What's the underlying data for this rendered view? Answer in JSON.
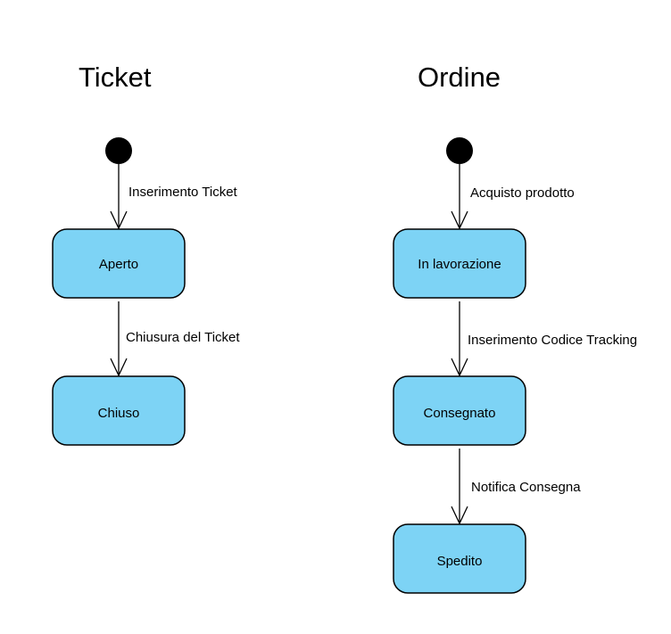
{
  "diagrams": [
    {
      "title": "Ticket",
      "states": [
        {
          "label": "Aperto"
        },
        {
          "label": "Chiuso"
        }
      ],
      "transitions": [
        {
          "label": "Inserimento Ticket"
        },
        {
          "label": "Chiusura del Ticket"
        }
      ]
    },
    {
      "title": "Ordine",
      "states": [
        {
          "label": "In lavorazione"
        },
        {
          "label": "Consegnato"
        },
        {
          "label": "Spedito"
        }
      ],
      "transitions": [
        {
          "label": "Acquisto prodotto"
        },
        {
          "label": "Inserimento Codice Tracking"
        },
        {
          "label": "Notifica Consegna"
        }
      ]
    }
  ],
  "colors": {
    "state_fill": "#7dd3f5",
    "stroke": "#000000",
    "background": "#ffffff"
  }
}
